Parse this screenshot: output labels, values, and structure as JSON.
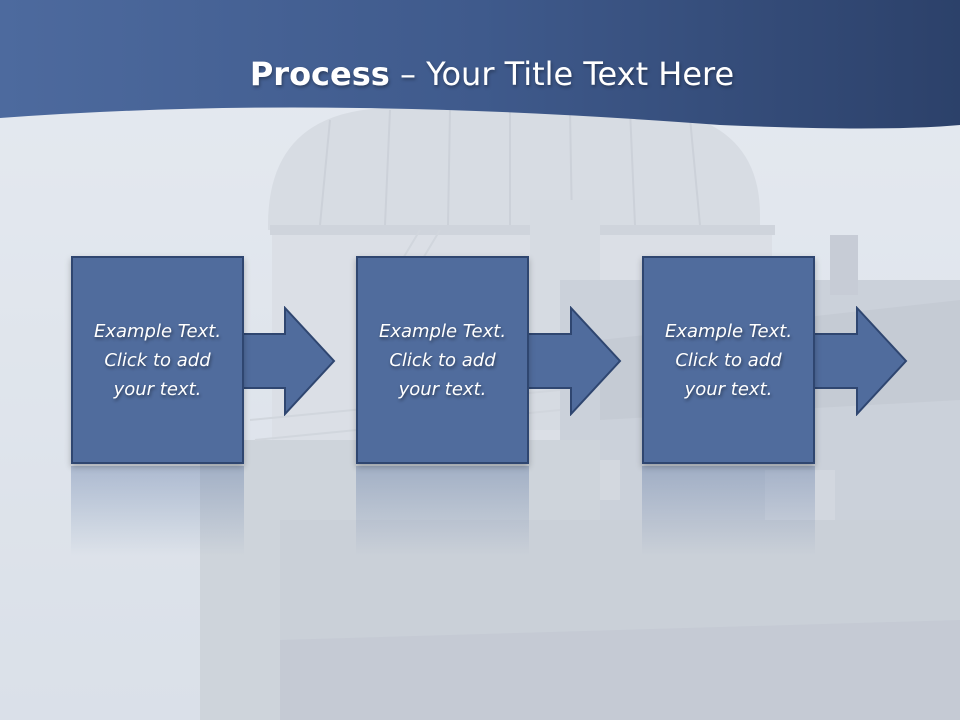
{
  "slide": {
    "title_bold": "Process",
    "title_rest": " – Your Title Text Here"
  },
  "steps": [
    {
      "text": "Example Text.\nClick  to add\nyour text."
    },
    {
      "text": "Example Text.\nClick  to add\nyour text."
    },
    {
      "text": "Example Text.\nClick  to add\nyour text."
    }
  ],
  "colors": {
    "header": "#3f5a8c",
    "box_fill": "#506c9d",
    "box_border": "#2f4670",
    "background": "#dfe4ec"
  },
  "icons": [
    "observatory-photo",
    "arrow-right-icon"
  ]
}
